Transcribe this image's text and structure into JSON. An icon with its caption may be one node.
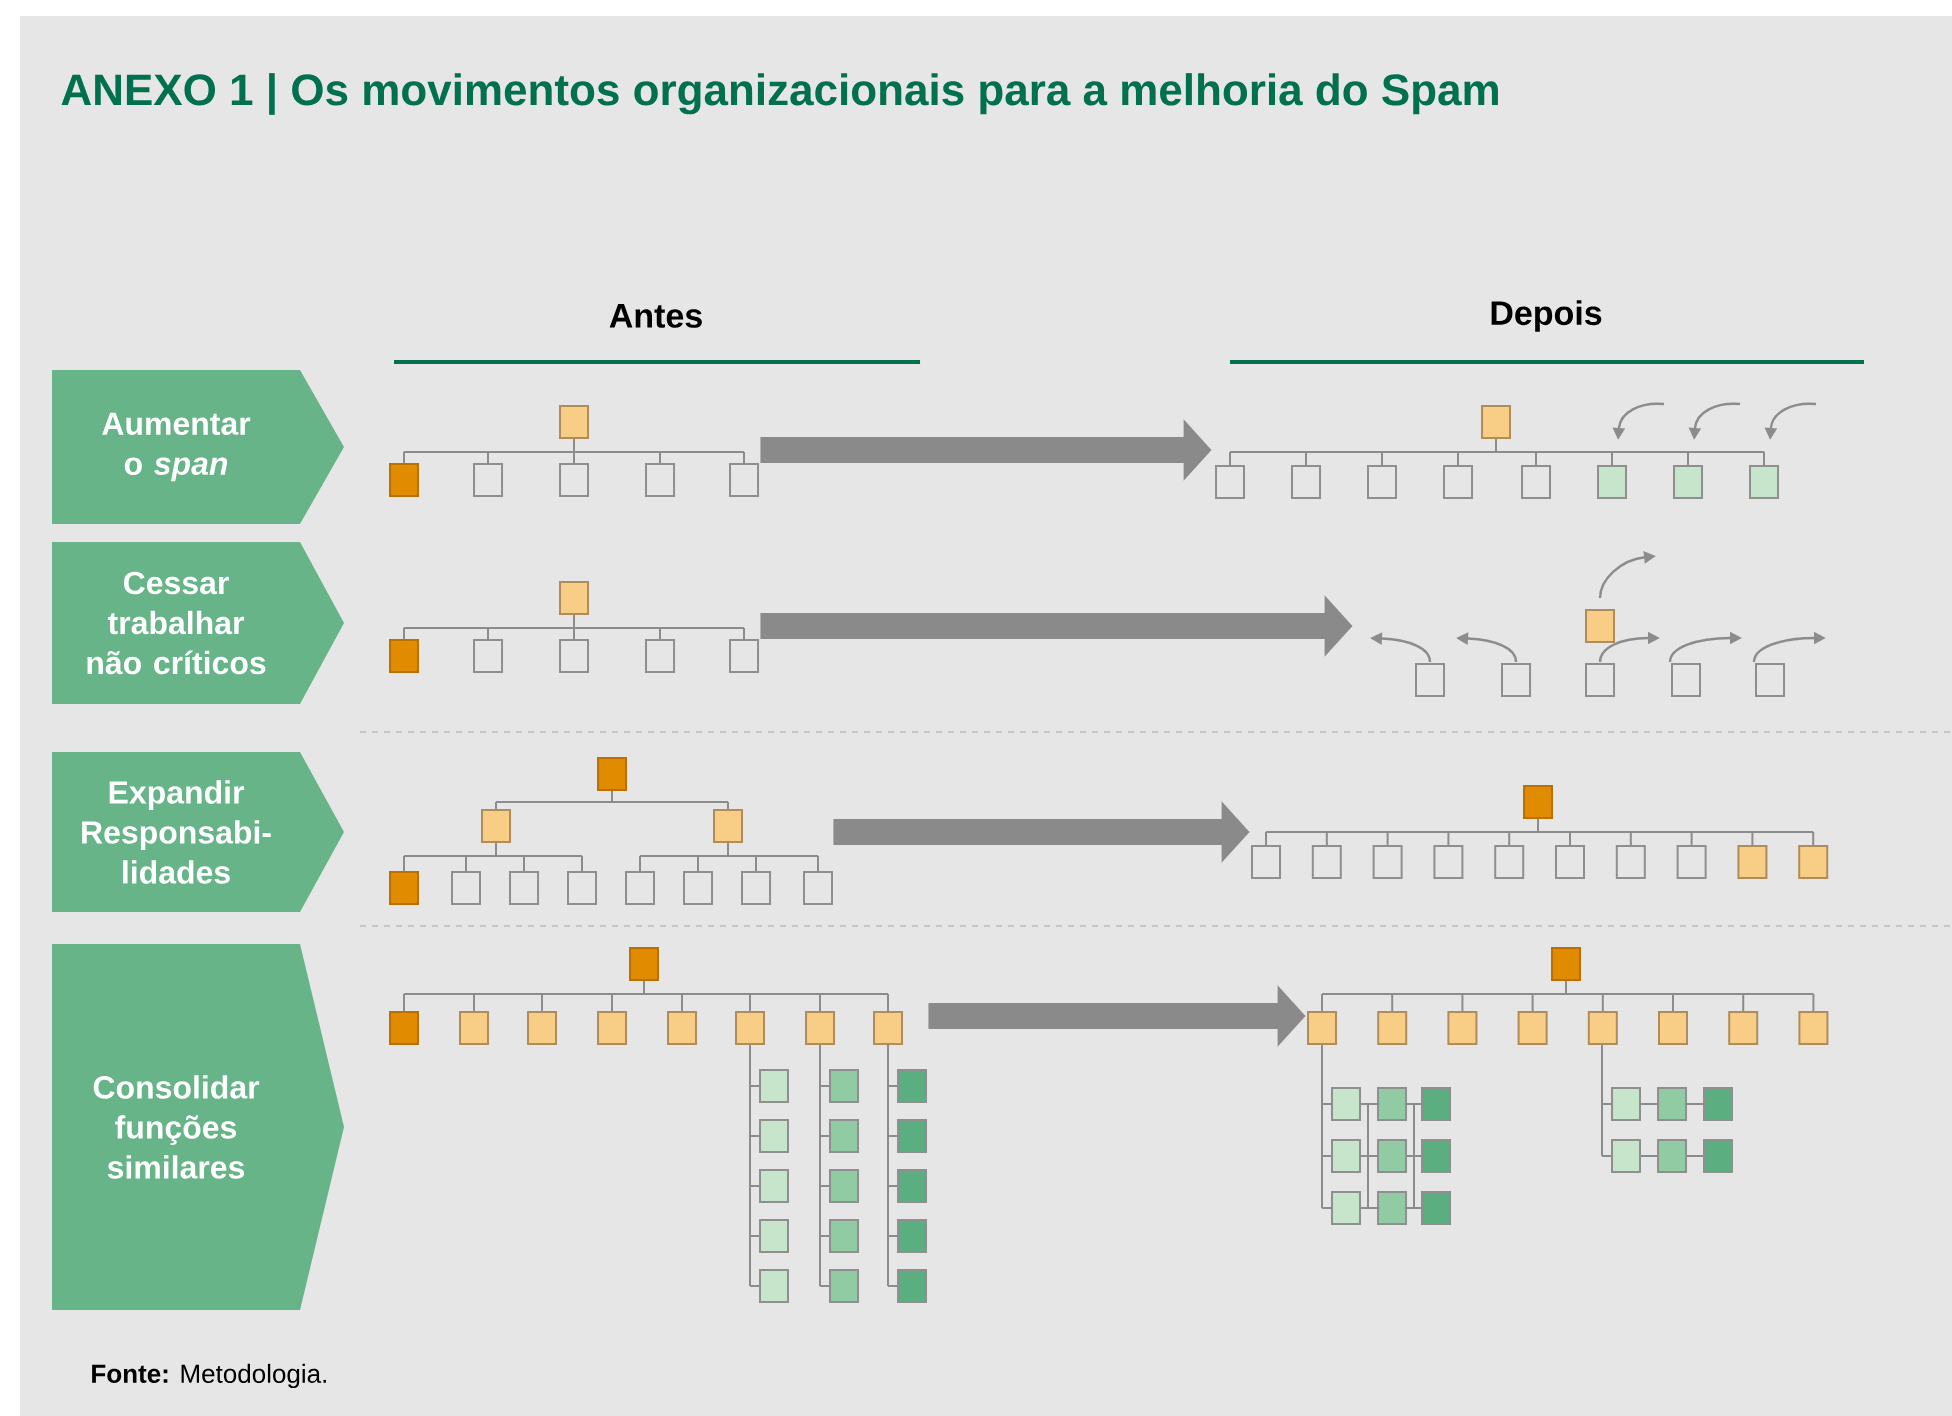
{
  "diagram": {
    "title": "ANEXO 1 | Os movimentos organizacionais para a melhoria do Spam",
    "nodes": [
      {
        "text": [
          "Aumentar o *span*"
        ]
      },
      {
        "text": [],
        "shape": "picture"
      },
      {
        "text": [],
        "shape": "picture"
      },
      {
        "text": [
          "Cessar trabalhar não críticos"
        ]
      },
      {
        "text": [],
        "shape": "picture"
      },
      {
        "text": [],
        "shape": "picture"
      },
      {
        "text": [
          "Expandir Responsabi-lidades"
        ]
      },
      {
        "text": [],
        "shape": "picture"
      },
      {
        "text": [],
        "shape": "picture"
      },
      {
        "text": [
          "Consolidar funções similares"
        ]
      },
      {
        "text": [],
        "shape": "picture"
      },
      {
        "text": [],
        "shape": "picture"
      }
    ],
    "edges": [
      {
        "from": 1,
        "to": 2,
        "arrow": "to"
      },
      {
        "from": 4,
        "to": 5,
        "arrow": "to"
      },
      {
        "from": 7,
        "to": 8,
        "arrow": "to"
      },
      {
        "from": 10,
        "to": 11,
        "arrow": "to"
      }
    ],
    "labels": [
      "Antes",
      "Depois",
      "**Fonte:** Metodologia."
    ]
  }
}
